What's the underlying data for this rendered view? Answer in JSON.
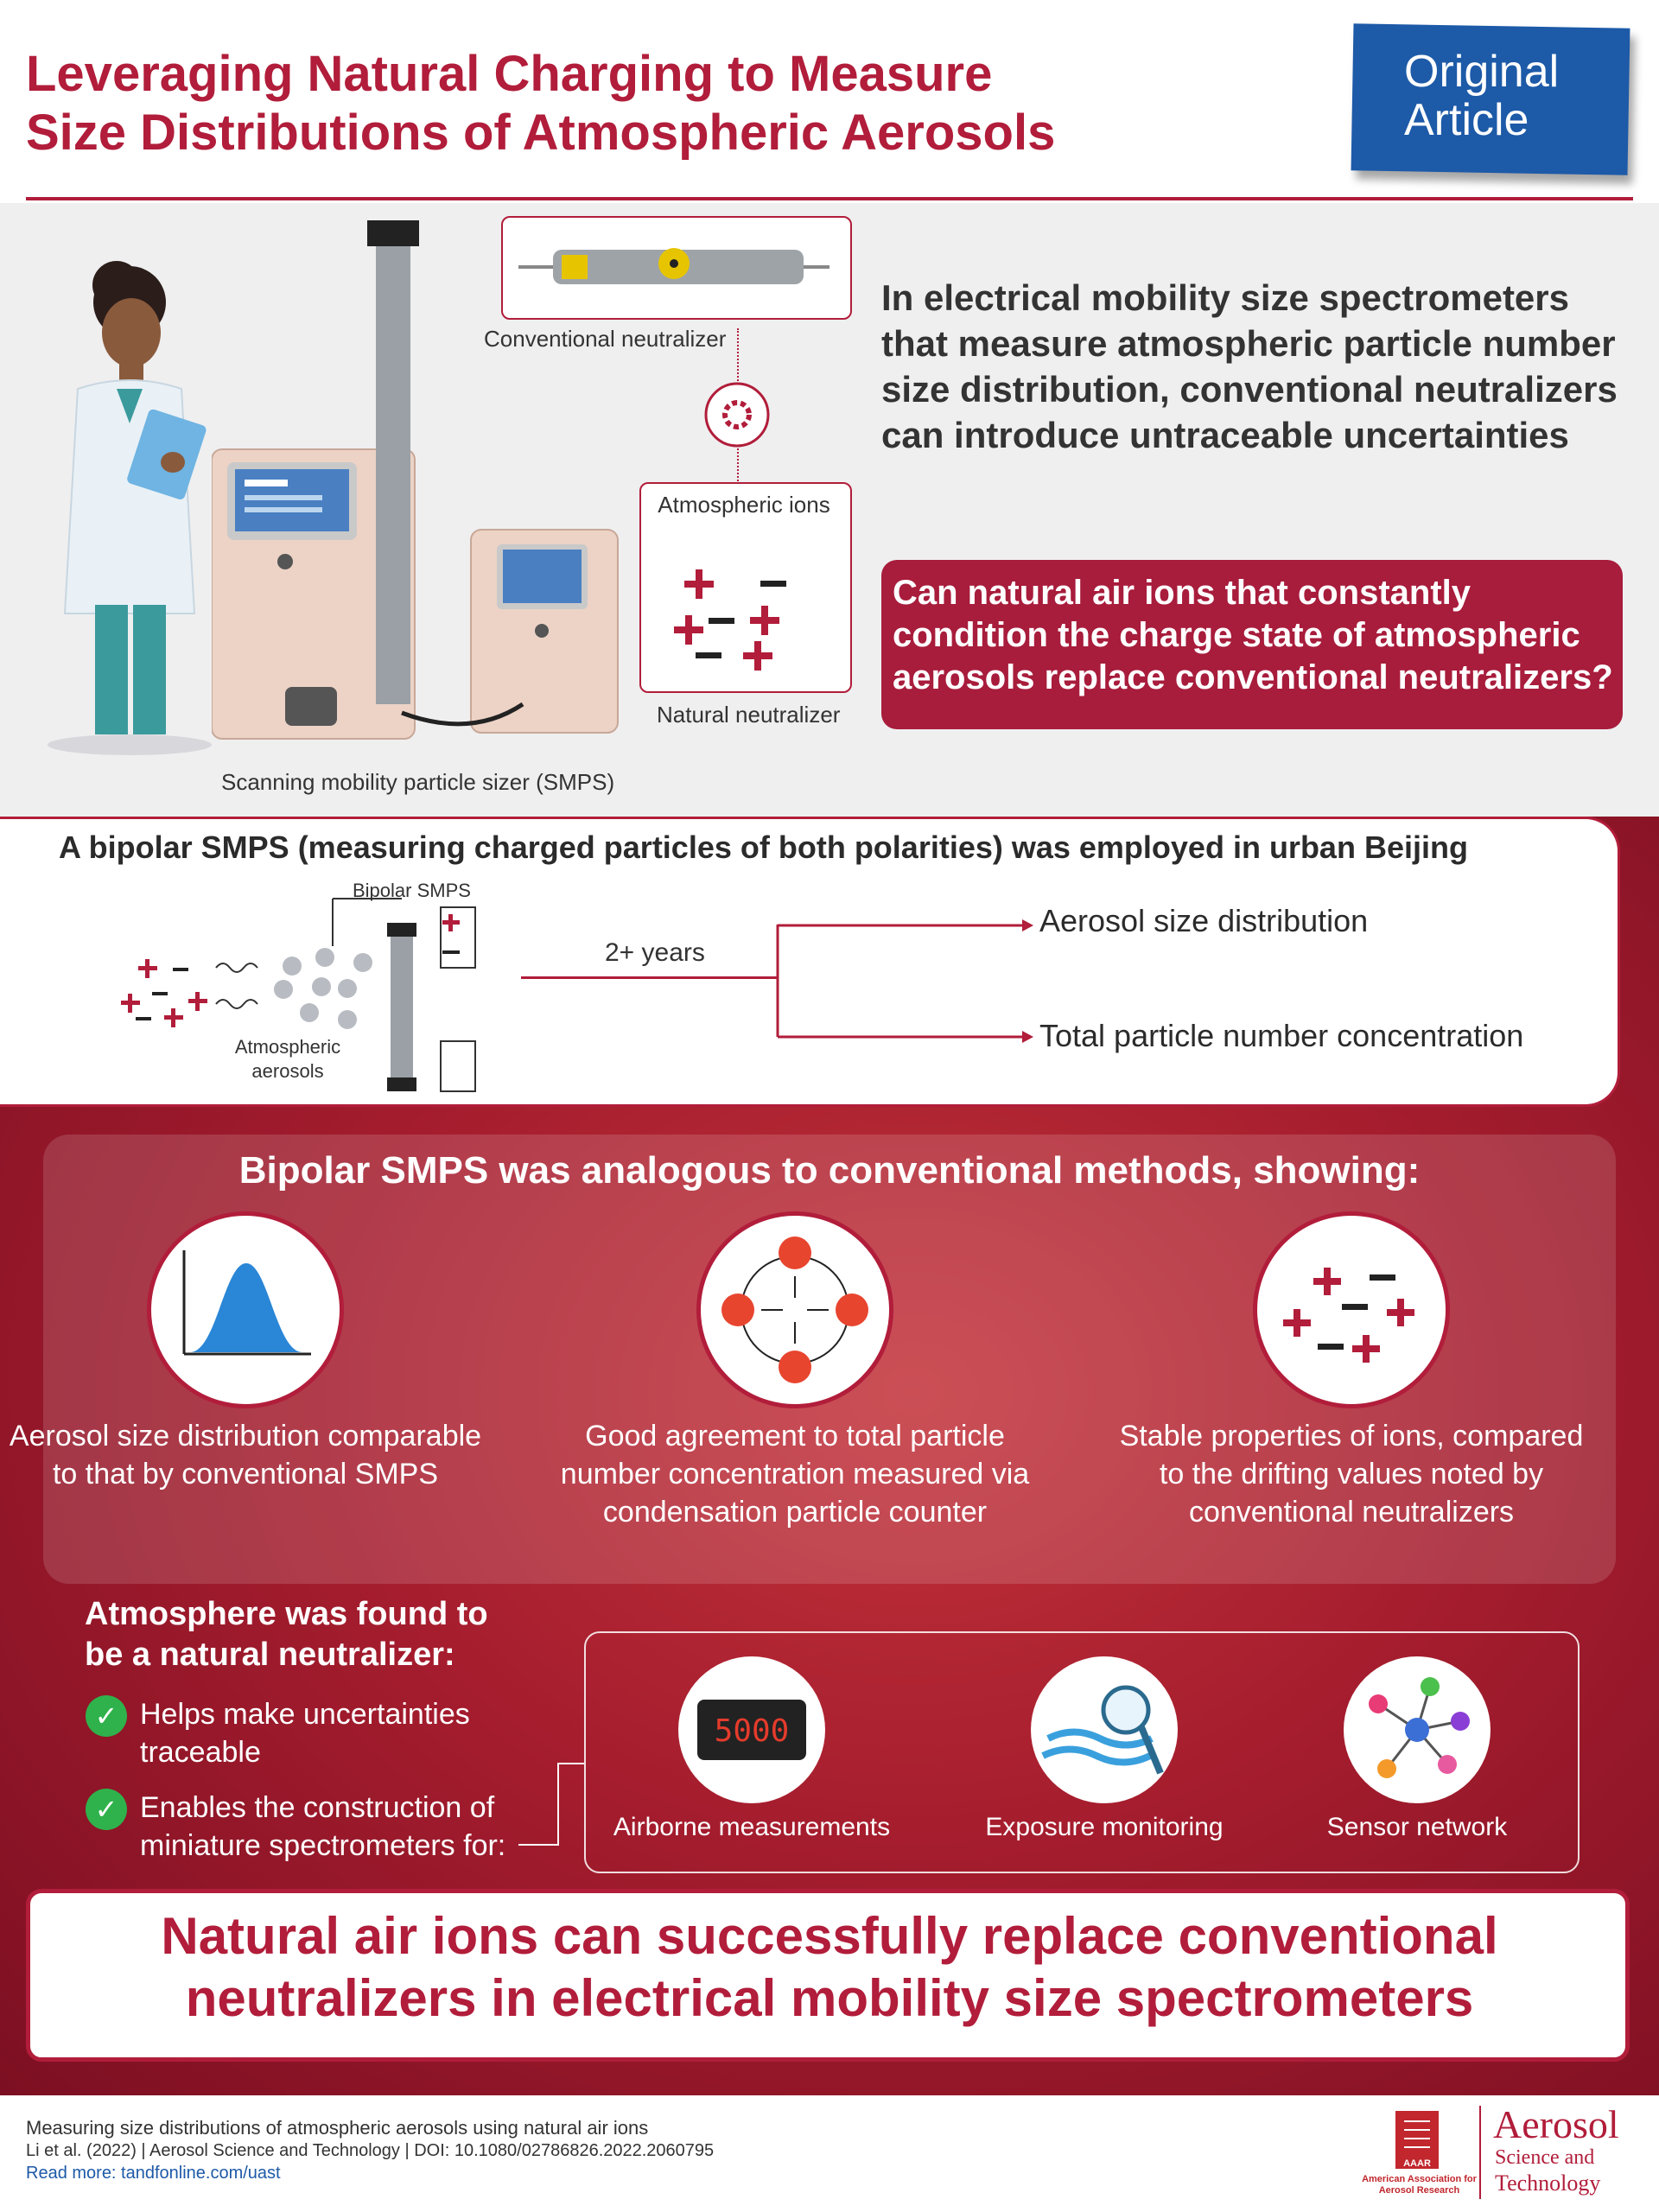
{
  "header": {
    "title_line1": "Leveraging Natural Charging to Measure",
    "title_line2": "Size Distributions of Atmospheric Aerosols",
    "badge_line1": "Original",
    "badge_line2": "Article"
  },
  "intro": {
    "conventional_neutralizer": "Conventional neutralizer",
    "atmospheric_ions": "Atmospheric ions",
    "natural_neutralizer": "Natural neutralizer",
    "smps_caption": "Scanning mobility particle sizer (SMPS)",
    "statement": "In electrical mobility size spectrometers that measure atmospheric particle number size distribution, conventional neutralizers can introduce untraceable uncertainties",
    "question": "Can natural air ions that constantly condition the charge state of atmospheric aerosols replace conventional neutralizers?"
  },
  "method": {
    "title": "A bipolar SMPS (measuring charged particles of both polarities) was employed in urban Beijing",
    "bipolar_smps": "Bipolar SMPS",
    "atmospheric_aerosols": "Atmospheric aerosols",
    "duration": "2+ years",
    "output1": "Aerosol size distribution",
    "output2": "Total particle number concentration"
  },
  "findings": {
    "title": "Bipolar SMPS was analogous to conventional methods, showing:",
    "items": [
      {
        "text": "Aerosol size distribution comparable to that by conventional SMPS"
      },
      {
        "text": "Good agreement to total particle number concentration measured via condensation particle counter"
      },
      {
        "text": "Stable properties of ions, compared to the drifting values noted by conventional neutralizers"
      }
    ]
  },
  "neutralizer": {
    "title": "Atmosphere was found to be a natural neutralizer:",
    "bullets": [
      "Helps make uncertainties traceable",
      "Enables the construction of miniature spectrometers for:"
    ],
    "apps": [
      "Airborne measurements",
      "Exposure monitoring",
      "Sensor network"
    ],
    "display_value": "5000"
  },
  "conclusion": "Natural air ions can successfully replace conventional neutralizers in electrical mobility size spectrometers",
  "footer": {
    "paper_title": "Measuring size distributions of atmospheric aerosols using natural air ions",
    "authors": "Li et al. (2022) | Aerosol Science and Technology | DOI: 10.1080/02786826.2022.2060795",
    "read_more": "Read more: tandfonline.com/uast",
    "aaar_abbrev": "AAAR",
    "aaar_name": "American Association for Aerosol Research",
    "journal_line1": "Aerosol",
    "journal_line2": "Science and",
    "journal_line3": "Technology"
  },
  "colors": {
    "accent": "#b11d3a",
    "badge": "#1d5aa8",
    "check": "#2fb24c"
  }
}
